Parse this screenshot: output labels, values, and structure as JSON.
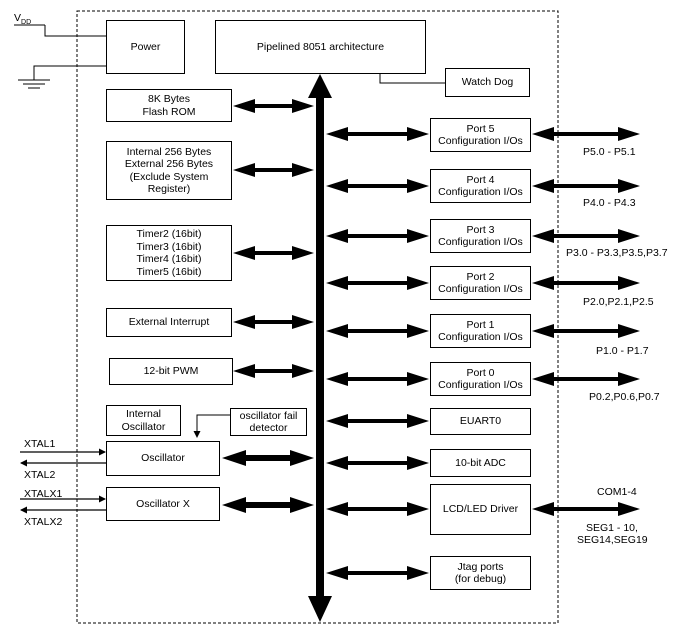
{
  "supply": {
    "v": "V",
    "sub": "DD"
  },
  "blocks": {
    "power": [
      "Power"
    ],
    "core": [
      "Pipelined 8051 architecture"
    ],
    "watchdog": [
      "Watch Dog"
    ],
    "flash_rom": [
      "8K Bytes",
      "Flash ROM"
    ],
    "ram": [
      "Internal 256 Bytes",
      "External 256 Bytes",
      "(Exclude System",
      "Register)"
    ],
    "timers": [
      "Timer2 (16bit)",
      "Timer3 (16bit)",
      "Timer4 (16bit)",
      "Timer5 (16bit)"
    ],
    "ext_interrupt": [
      "External Interrupt"
    ],
    "pwm": [
      "12-bit PWM"
    ],
    "int_osc": [
      "Internal",
      "Oscillator"
    ],
    "osc_fail": [
      "oscillator fail",
      "detector"
    ],
    "oscillator": [
      "Oscillator"
    ],
    "oscillator_x": [
      "Oscillator X"
    ],
    "port5": [
      "Port 5",
      "Configuration I/Os"
    ],
    "port4": [
      "Port 4",
      "Configuration I/Os"
    ],
    "port3": [
      "Port 3",
      "Configuration I/Os"
    ],
    "port2": [
      "Port 2",
      "Configuration I/Os"
    ],
    "port1": [
      "Port 1",
      "Configuration I/Os"
    ],
    "port0": [
      "Port 0",
      "Configuration I/Os"
    ],
    "euart": [
      "EUART0"
    ],
    "adc": [
      "10-bit ADC"
    ],
    "lcd": [
      "LCD/LED Driver"
    ],
    "jtag": [
      "Jtag ports",
      "(for debug)"
    ]
  },
  "pins": {
    "p5": "P5.0 - P5.1",
    "p4": "P4.0 -  P4.3",
    "p3": "P3.0 - P3.3,P3.5,P3.7",
    "p2": "P2.0,P2.1,P2.5",
    "p1": "P1.0 - P1.7",
    "p0": "P0.2,P0.6,P0.7",
    "com": "COM1-4",
    "seg1": "SEG1 - 10,",
    "seg2": "SEG14,SEG19",
    "xtal1": "XTAL1",
    "xtal2": "XTAL2",
    "xtalx1": "XTALX1",
    "xtalx2": "XTALX2"
  }
}
